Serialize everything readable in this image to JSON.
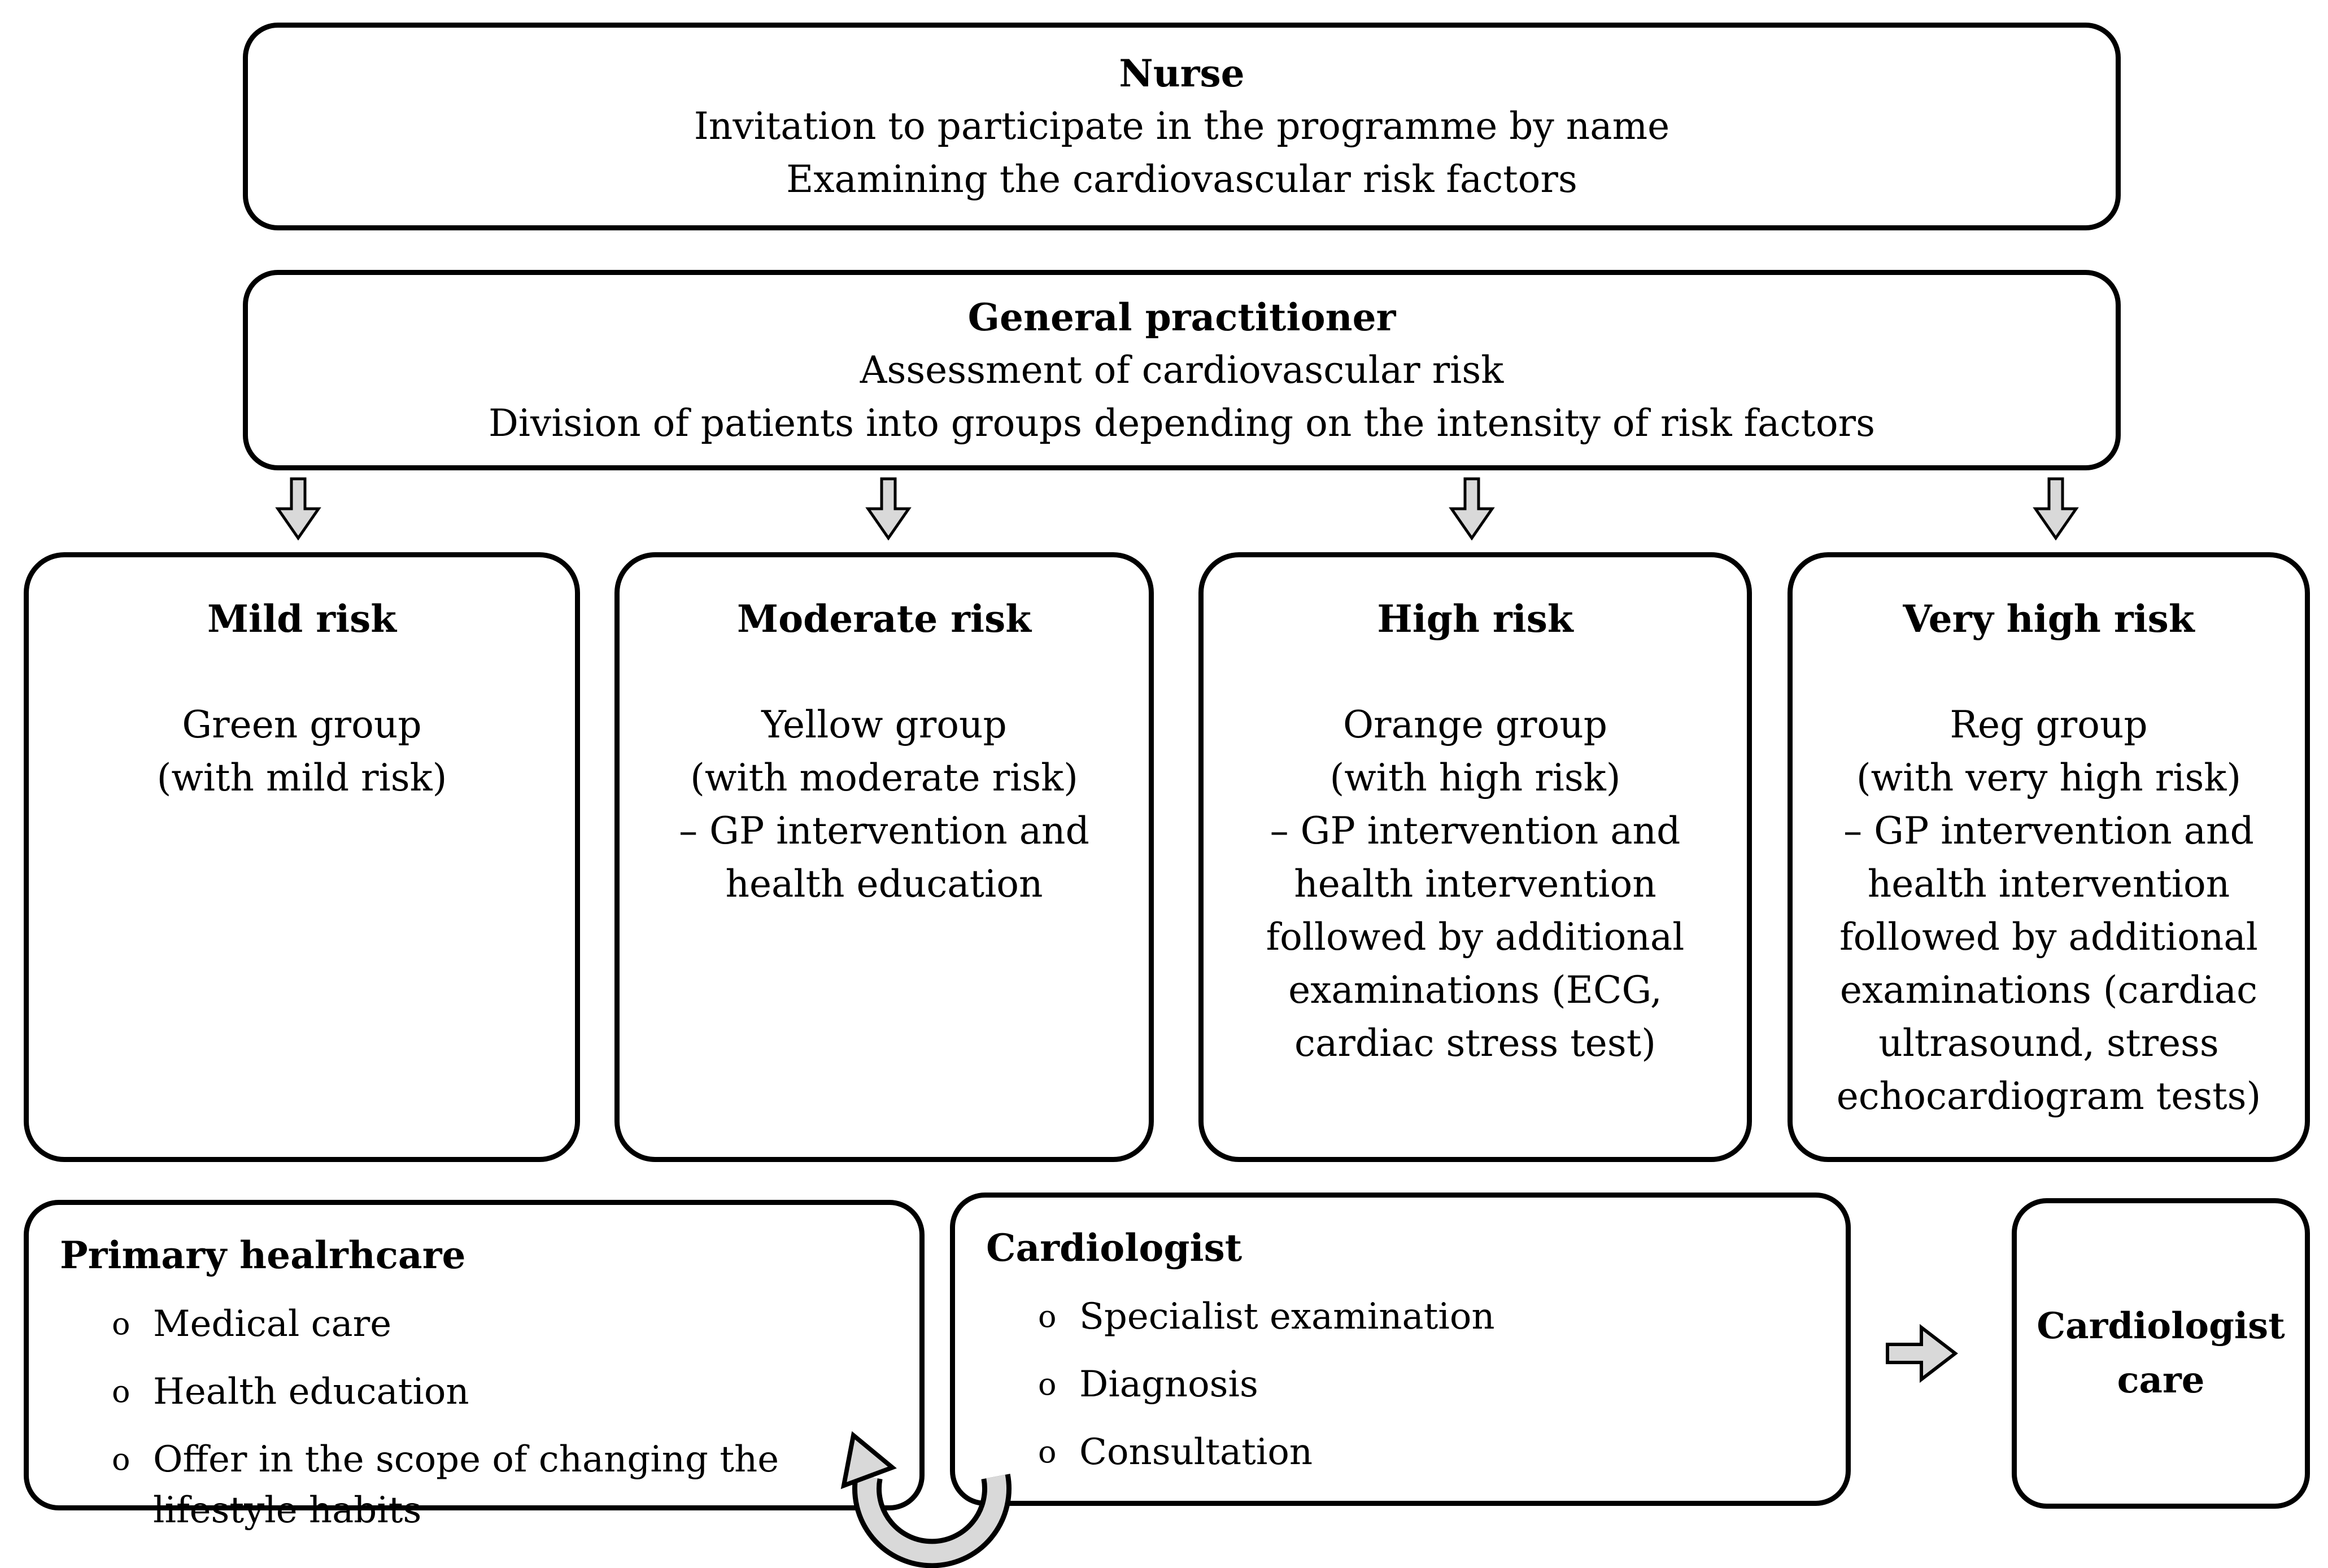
{
  "nurse_box": {
    "title": "Nurse",
    "lines": [
      "Invitation to participate in the programme by name",
      "Examining the cardiovascular risk factors"
    ]
  },
  "gp_box": {
    "title": "General practitioner",
    "lines": [
      "Assessment of cardiovascular risk",
      "Division of patients into groups depending on the intensity of risk factors"
    ]
  },
  "risk_boxes": [
    {
      "title": "Mild risk",
      "body": "Green group\n(with mild risk)"
    },
    {
      "title": "Moderate risk",
      "body": "Yellow group\n(with moderate risk)\n– GP intervention and\nhealth education"
    },
    {
      "title": "High risk",
      "body": "Orange group\n(with high risk)\n– GP intervention and\nhealth intervention\nfollowed by additional\nexaminations (ECG,\ncardiac stress test)"
    },
    {
      "title": "Very high risk",
      "body": "Reg group\n(with very high risk)\n– GP intervention and\nhealth intervention\nfollowed by additional\nexaminations (cardiac\nultrasound, stress\nechocardiogram tests)"
    }
  ],
  "primary_box": {
    "title": "Primary healrhcare",
    "bullets": [
      "Medical care",
      "Health education",
      "Offer in the scope of changing the lifestyle habits"
    ]
  },
  "cardiologist_box": {
    "title": "Cardiologist",
    "bullets": [
      "Specialist examination",
      "Diagnosis",
      "Consultation"
    ]
  },
  "care_box": {
    "label": "Cardiologist care"
  },
  "bullet_marker": "o",
  "icons": {
    "down_arrow": "down-block-arrow",
    "right_arrow": "right-block-arrow",
    "loop_arrow": "curved-loop-return-arrow"
  },
  "colors": {
    "arrow_fill": "#d9d9d9",
    "outline": "#000000",
    "box_background": "#ffffff"
  }
}
